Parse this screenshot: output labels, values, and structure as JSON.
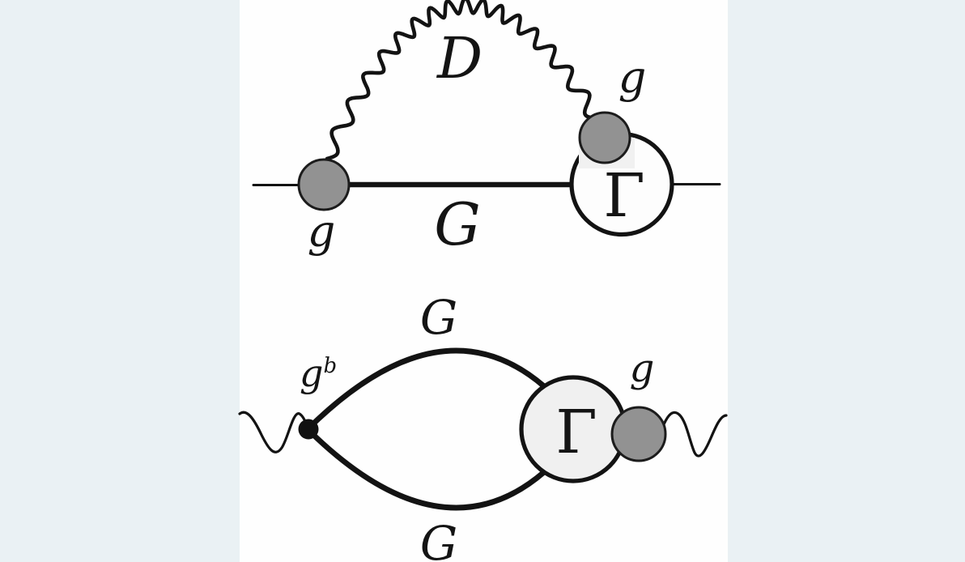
{
  "labels": {
    "top_diagram": {
      "boson_propagator": "D",
      "fermion_propagator": "G",
      "left_vertex": "g",
      "right_vertex": "g",
      "vertex_function": "Γ"
    },
    "bottom_diagram": {
      "upper_propagator": "G",
      "lower_propagator": "G",
      "bare_vertex_base": "g",
      "bare_vertex_sup": "b",
      "right_vertex": "g",
      "vertex_function": "Γ"
    }
  },
  "colors": {
    "page_background": "#eaf1f4",
    "panel_background": "#fefefe",
    "line_color": "#131313",
    "text_color": "#141414",
    "vertex_blob_fill": "#929292",
    "vertex_blob_stroke": "#1c1c1c",
    "gamma_circle_top_fill": "#fdfdfd",
    "gamma_circle_bottom_fill": "#f0f0f0",
    "bare_vertex_dot_fill": "#111111",
    "label_artifact_fill": "#f1f1f1"
  }
}
